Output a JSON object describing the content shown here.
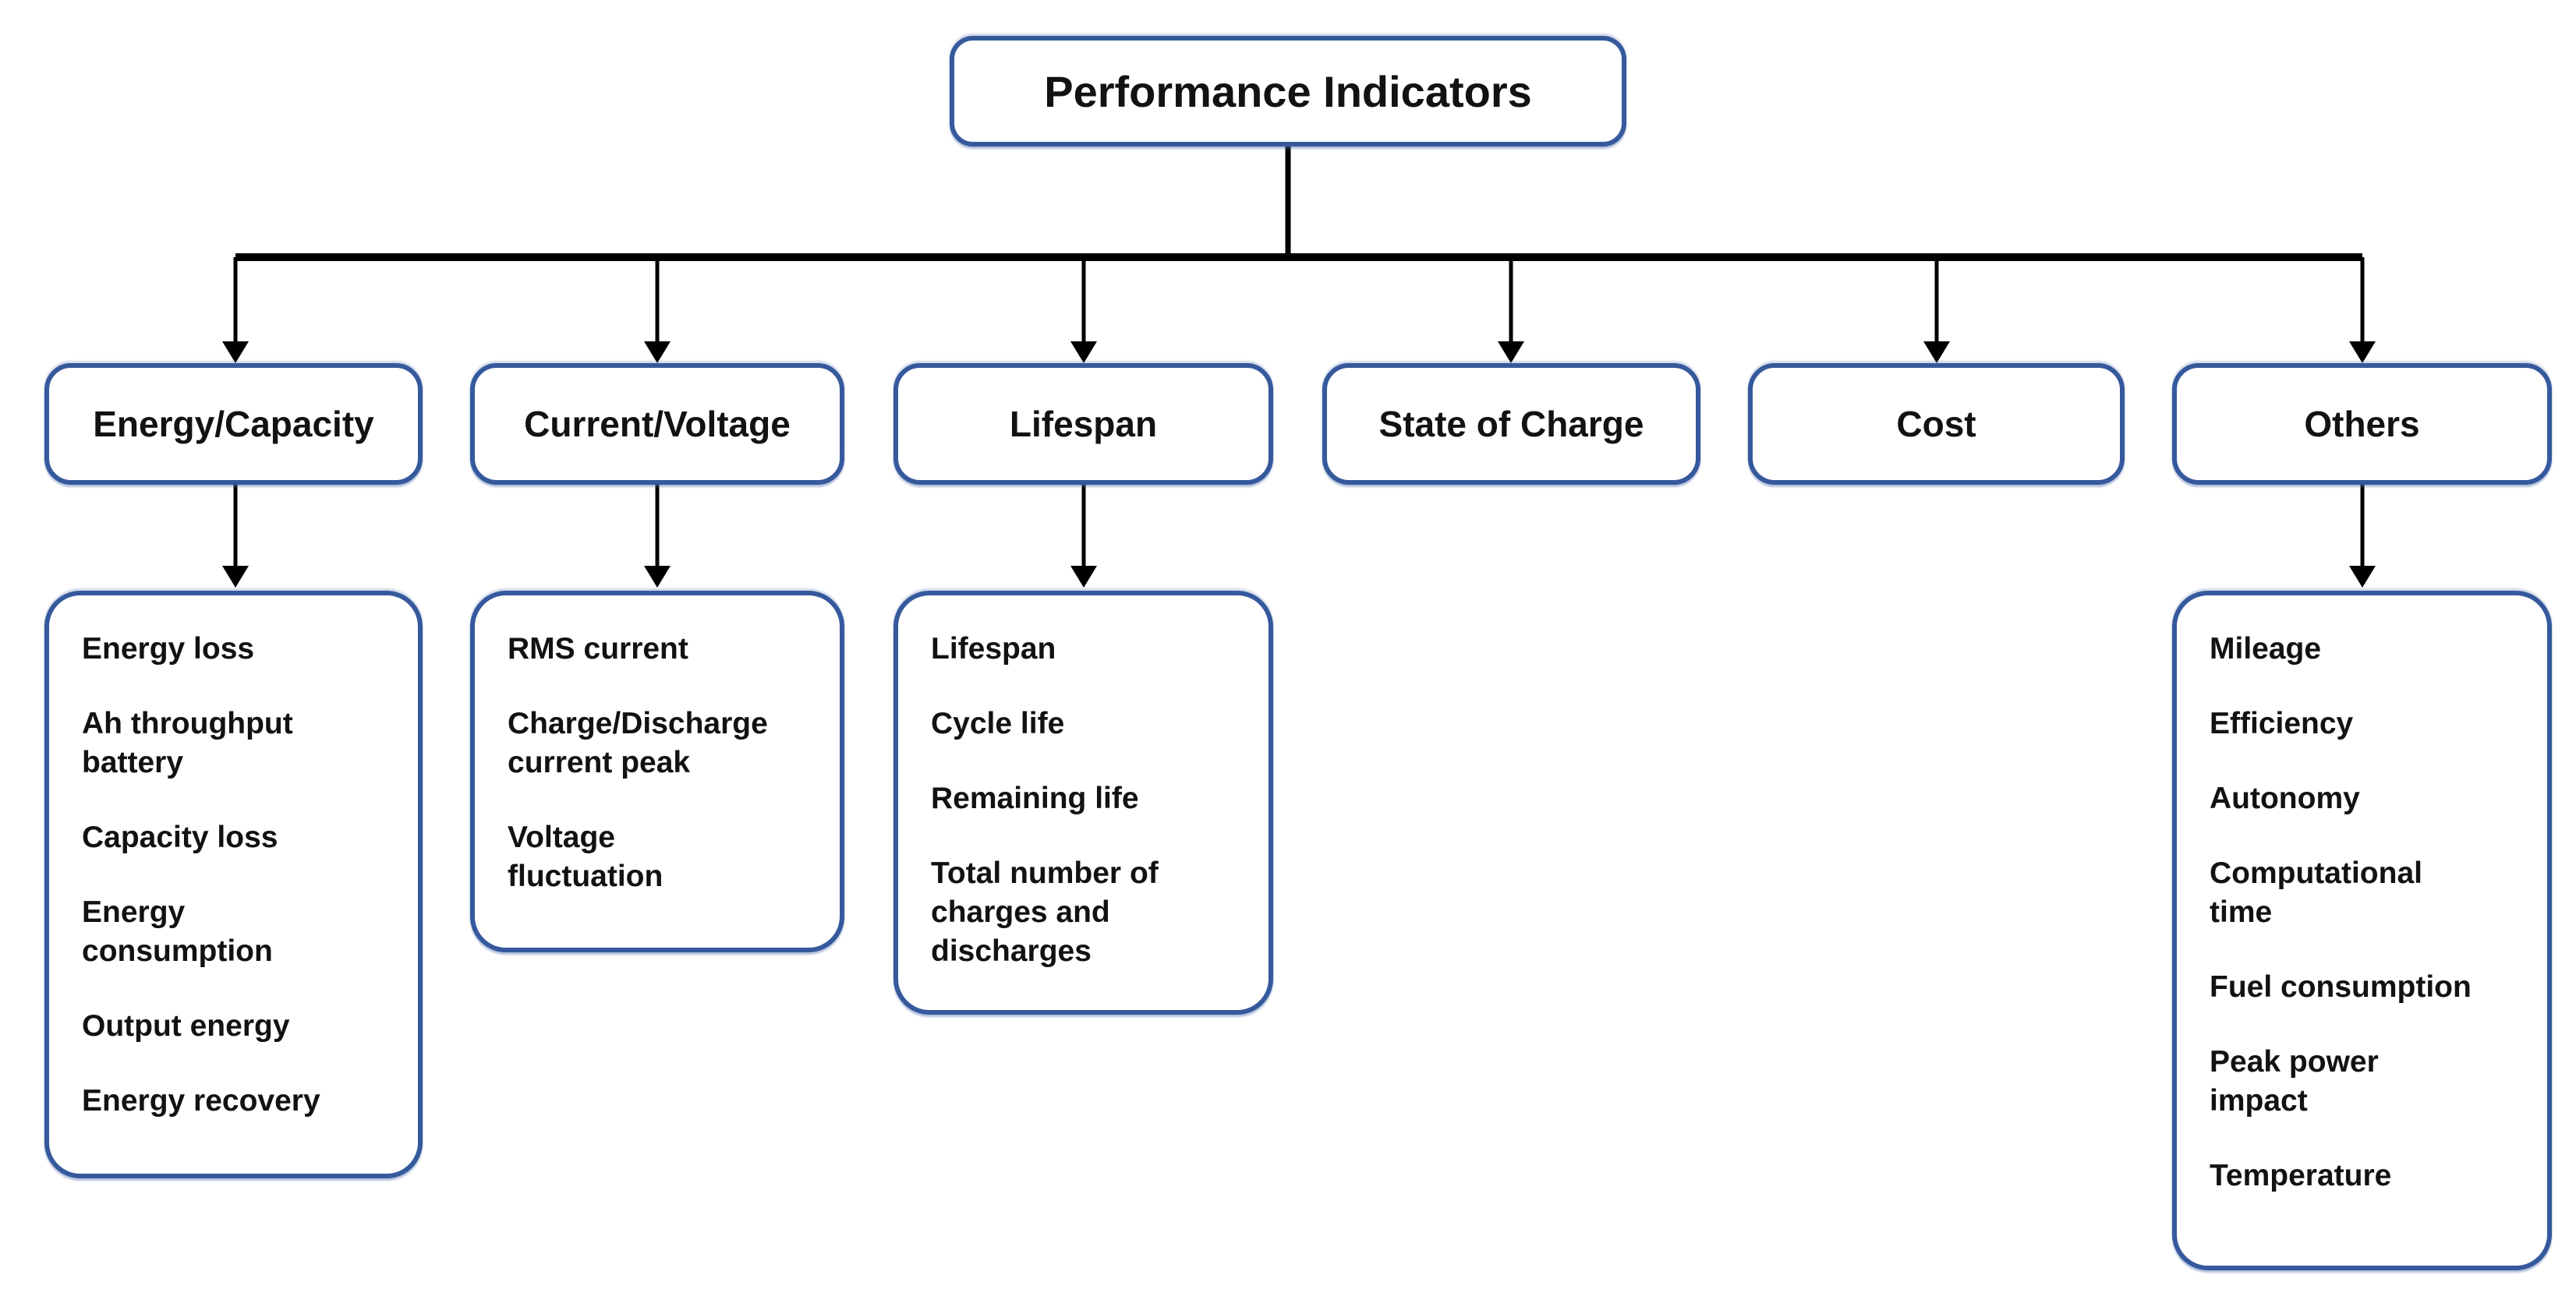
{
  "title": "Performance Indicators",
  "categories": [
    {
      "label": "Energy/Capacity",
      "items": [
        "Energy loss",
        "Ah throughput\nbattery",
        "Capacity loss",
        "Energy\nconsumption",
        "Output energy",
        "Energy recovery"
      ]
    },
    {
      "label": "Current/Voltage",
      "items": [
        "RMS current",
        "Charge/Discharge\ncurrent peak",
        "Voltage\nfluctuation"
      ]
    },
    {
      "label": "Lifespan",
      "items": [
        "Lifespan",
        "Cycle life",
        "Remaining life",
        "Total number of\ncharges and\ndischarges"
      ]
    },
    {
      "label": "State of Charge",
      "items": []
    },
    {
      "label": "Cost",
      "items": []
    },
    {
      "label": "Others",
      "items": [
        "Mileage",
        "Efficiency",
        "Autonomy",
        "Computational\ntime",
        "Fuel consumption",
        "Peak power\nimpact",
        "Temperature"
      ]
    }
  ],
  "colors": {
    "box_border": "#35599C",
    "connector_line": "#000000",
    "text": "#121212",
    "background": "#FFFFFF"
  }
}
